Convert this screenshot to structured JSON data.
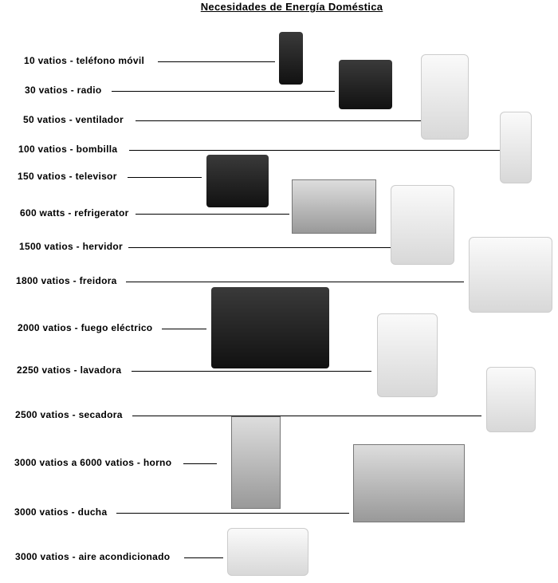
{
  "title": "Necesidades de Energía Doméstica",
  "items": [
    {
      "label": "10 vatios - teléfono móvil",
      "icon": "mobile-phone"
    },
    {
      "label": "30 vatios - radio",
      "icon": "radio"
    },
    {
      "label": "50 vatios - ventilador",
      "icon": "fan"
    },
    {
      "label": "100 vatios - bombilla",
      "icon": "light-bulb"
    },
    {
      "label": "150 vatios - televisor",
      "icon": "television"
    },
    {
      "label": "600 watts - refrigerator",
      "icon": "refrigerator"
    },
    {
      "label": "1500 vatios - hervidor",
      "icon": "kettle"
    },
    {
      "label": "1800 vatios - freidora",
      "icon": "fryer"
    },
    {
      "label": "2000 vatios - fuego eléctrico",
      "icon": "electric-fire"
    },
    {
      "label": "2250 vatios - lavadora",
      "icon": "washing-machine"
    },
    {
      "label": "2500 vatios - secadora",
      "icon": "dryer"
    },
    {
      "label": "3000 vatios a 6000 vatios - horno",
      "icon": "oven"
    },
    {
      "label": "3000 vatios - ducha",
      "icon": "shower"
    },
    {
      "label": "3000 vatios - aire acondicionado",
      "icon": "air-conditioner"
    }
  ]
}
